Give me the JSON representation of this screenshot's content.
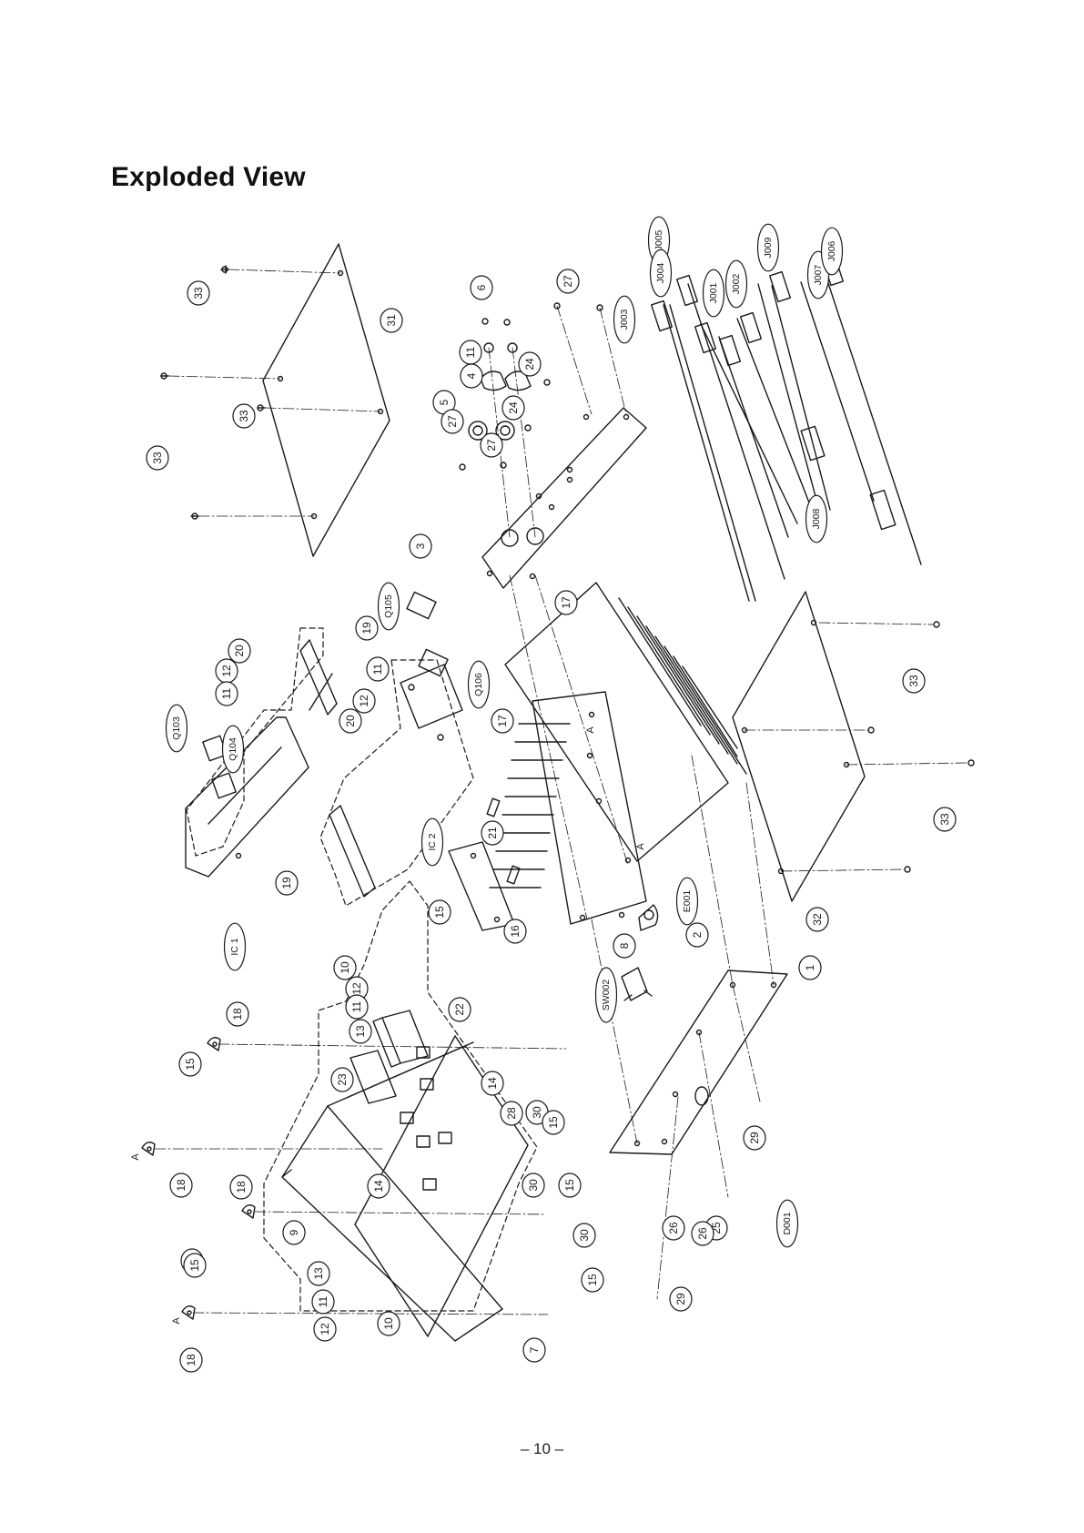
{
  "page": {
    "title": "Exploded View",
    "page_number": "– 10 –"
  },
  "diagram": {
    "colors": {
      "ink": "#1a1a1a",
      "paper": "#ffffff"
    },
    "callouts": [
      {
        "id": "c-33a",
        "label": "33",
        "rot": -90
      },
      {
        "id": "c-31",
        "label": "31",
        "rot": -90
      },
      {
        "id": "c-33b",
        "label": "33",
        "rot": -90
      },
      {
        "id": "c-33c",
        "label": "33",
        "rot": -90
      },
      {
        "id": "c-6",
        "label": "6",
        "rot": -90
      },
      {
        "id": "c-27a",
        "label": "27",
        "rot": -90
      },
      {
        "id": "c-11a",
        "label": "11",
        "rot": -90
      },
      {
        "id": "c-4",
        "label": "4",
        "rot": -90
      },
      {
        "id": "c-24a",
        "label": "24",
        "rot": -90
      },
      {
        "id": "c-5",
        "label": "5",
        "rot": -90
      },
      {
        "id": "c-24b",
        "label": "24",
        "rot": -90
      },
      {
        "id": "c-27b",
        "label": "27",
        "rot": -90
      },
      {
        "id": "c-27c",
        "label": "27",
        "rot": -90
      },
      {
        "id": "c-3",
        "label": "3",
        "rot": -90
      },
      {
        "id": "c-J005",
        "label": "J005",
        "rot": -90
      },
      {
        "id": "c-J004",
        "label": "J004",
        "rot": -90
      },
      {
        "id": "c-J003",
        "label": "J003",
        "rot": -90
      },
      {
        "id": "c-J001",
        "label": "J001",
        "rot": -90
      },
      {
        "id": "c-J002",
        "label": "J002",
        "rot": -90
      },
      {
        "id": "c-J009",
        "label": "J009",
        "rot": -90
      },
      {
        "id": "c-J007",
        "label": "J007",
        "rot": -90
      },
      {
        "id": "c-J006",
        "label": "J006",
        "rot": -90
      },
      {
        "id": "c-J008",
        "label": "J008",
        "rot": -90
      },
      {
        "id": "c-17a",
        "label": "17",
        "rot": -90
      },
      {
        "id": "c-17b",
        "label": "17",
        "rot": -90
      },
      {
        "id": "c-33d",
        "label": "33",
        "rot": -90
      },
      {
        "id": "c-33e",
        "label": "33",
        "rot": -90
      },
      {
        "id": "c-32",
        "label": "32",
        "rot": -90
      },
      {
        "id": "c-Q105",
        "label": "Q105",
        "rot": -90
      },
      {
        "id": "c-Q106",
        "label": "Q106",
        "rot": -90
      },
      {
        "id": "c-19a",
        "label": "19",
        "rot": -90
      },
      {
        "id": "c-11b",
        "label": "11",
        "rot": -90
      },
      {
        "id": "c-12a",
        "label": "12",
        "rot": -90
      },
      {
        "id": "c-20a",
        "label": "20",
        "rot": -90
      },
      {
        "id": "c-12b",
        "label": "12",
        "rot": -90
      },
      {
        "id": "c-11c",
        "label": "11",
        "rot": -90
      },
      {
        "id": "c-20b",
        "label": "20",
        "rot": -90
      },
      {
        "id": "c-Q103",
        "label": "Q103",
        "rot": -90
      },
      {
        "id": "c-Q104",
        "label": "Q104",
        "rot": -90
      },
      {
        "id": "c-IC1",
        "label": "IC 1",
        "rot": -90
      },
      {
        "id": "c-IC2",
        "label": "IC 2",
        "rot": -90
      },
      {
        "id": "c-19b",
        "label": "19",
        "rot": -90
      },
      {
        "id": "c-21",
        "label": "21",
        "rot": -90
      },
      {
        "id": "c-15a",
        "label": "15",
        "rot": -90
      },
      {
        "id": "c-16",
        "label": "16",
        "rot": -90
      },
      {
        "id": "c-E001",
        "label": "E001",
        "rot": -90
      },
      {
        "id": "c-2",
        "label": "2",
        "rot": -90
      },
      {
        "id": "c-8",
        "label": "8",
        "rot": -90
      },
      {
        "id": "c-SW002",
        "label": "SW002",
        "rot": -90
      },
      {
        "id": "c-1",
        "label": "1",
        "rot": -90
      },
      {
        "id": "c-10a",
        "label": "10",
        "rot": -90
      },
      {
        "id": "c-12c",
        "label": "12",
        "rot": -90
      },
      {
        "id": "c-11d",
        "label": "11",
        "rot": -90
      },
      {
        "id": "c-13a",
        "label": "13",
        "rot": -90
      },
      {
        "id": "c-22",
        "label": "22",
        "rot": -90
      },
      {
        "id": "c-18a",
        "label": "18",
        "rot": -90
      },
      {
        "id": "c-15b",
        "label": "15",
        "rot": -90
      },
      {
        "id": "c-23",
        "label": "23",
        "rot": -90
      },
      {
        "id": "c-14a",
        "label": "14",
        "rot": -90
      },
      {
        "id": "c-28",
        "label": "28",
        "rot": -90
      },
      {
        "id": "c-30a",
        "label": "30",
        "rot": -90
      },
      {
        "id": "c-15c",
        "label": "15",
        "rot": -90
      },
      {
        "id": "c-29a",
        "label": "29",
        "rot": -90
      },
      {
        "id": "c-18b",
        "label": "18",
        "rot": -90
      },
      {
        "id": "c-14b",
        "label": "14",
        "rot": -90
      },
      {
        "id": "c-30b",
        "label": "30",
        "rot": -90
      },
      {
        "id": "c-15d",
        "label": "15",
        "rot": -90
      },
      {
        "id": "c-26a",
        "label": "26",
        "rot": -90
      },
      {
        "id": "c-25",
        "label": "25",
        "rot": -90
      },
      {
        "id": "c-26b",
        "label": "26",
        "rot": -90
      },
      {
        "id": "c-D001",
        "label": "D001",
        "rot": -90
      },
      {
        "id": "c-18c",
        "label": "18",
        "rot": -90
      },
      {
        "id": "c-9",
        "label": "9",
        "rot": -90
      },
      {
        "id": "c-30c",
        "label": "30",
        "rot": -90
      },
      {
        "id": "c-15e",
        "label": "15",
        "rot": -90
      },
      {
        "id": "c-13b",
        "label": "13",
        "rot": -90
      },
      {
        "id": "c-11e",
        "label": "11",
        "rot": -90
      },
      {
        "id": "c-12d",
        "label": "12",
        "rot": -90
      },
      {
        "id": "c-10b",
        "label": "10",
        "rot": -90
      },
      {
        "id": "c-15f",
        "label": "15",
        "rot": -90
      },
      {
        "id": "c-18d",
        "label": "18",
        "rot": -90
      },
      {
        "id": "c-15g",
        "label": "15",
        "rot": -90
      },
      {
        "id": "c-29b",
        "label": "29",
        "rot": -90
      },
      {
        "id": "c-7",
        "label": "7",
        "rot": -90
      }
    ],
    "markers": [
      {
        "id": "m-A1",
        "label": "A"
      },
      {
        "id": "m-A2",
        "label": "A"
      },
      {
        "id": "m-A3",
        "label": "A"
      },
      {
        "id": "m-A4",
        "label": "A"
      }
    ]
  }
}
